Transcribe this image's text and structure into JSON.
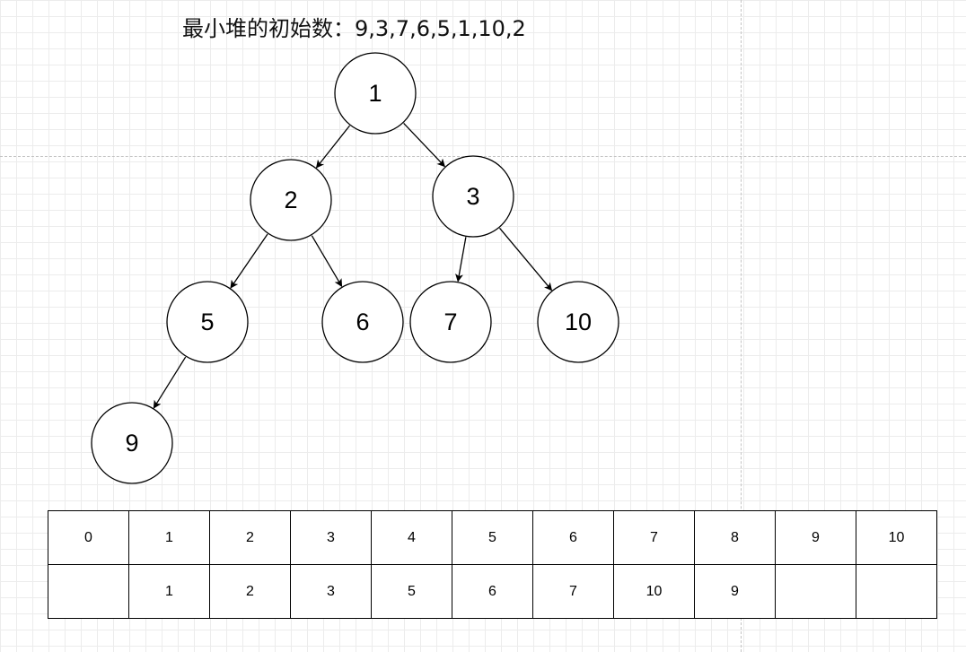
{
  "title": "最小堆的初始数：9,3,7,6,5,1,10,2",
  "tree": {
    "nodes": [
      {
        "id": "n1",
        "label": "1"
      },
      {
        "id": "n2",
        "label": "2"
      },
      {
        "id": "n3",
        "label": "3"
      },
      {
        "id": "n5",
        "label": "5"
      },
      {
        "id": "n6",
        "label": "6"
      },
      {
        "id": "n7",
        "label": "7"
      },
      {
        "id": "n10",
        "label": "10"
      },
      {
        "id": "n9",
        "label": "9"
      }
    ],
    "edges": [
      {
        "from": "n1",
        "to": "n2"
      },
      {
        "from": "n1",
        "to": "n3"
      },
      {
        "from": "n2",
        "to": "n5"
      },
      {
        "from": "n2",
        "to": "n6"
      },
      {
        "from": "n3",
        "to": "n7"
      },
      {
        "from": "n3",
        "to": "n10"
      },
      {
        "from": "n5",
        "to": "n9"
      }
    ]
  },
  "table": {
    "indices": [
      "0",
      "1",
      "2",
      "3",
      "4",
      "5",
      "6",
      "7",
      "8",
      "9",
      "10"
    ],
    "values": [
      "",
      "1",
      "2",
      "3",
      "5",
      "6",
      "7",
      "10",
      "9",
      "",
      ""
    ]
  }
}
